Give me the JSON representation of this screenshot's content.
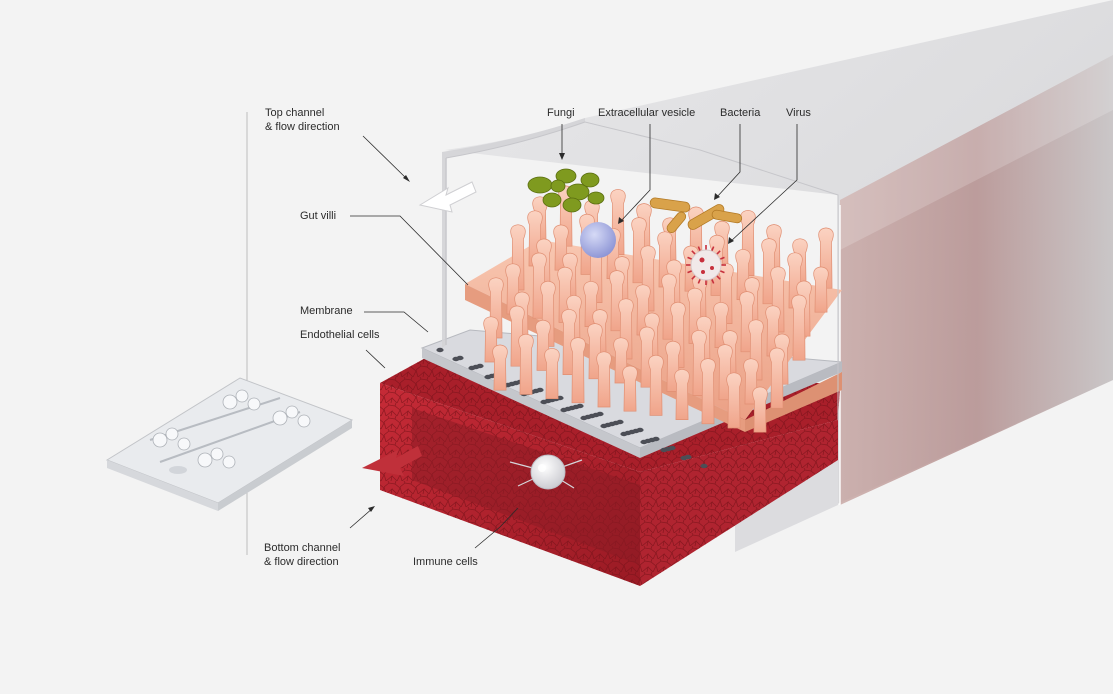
{
  "diagram": {
    "labels": {
      "top_channel": [
        "Top channel",
        "& flow direction"
      ],
      "gut_villi": "Gut villi",
      "membrane": "Membrane",
      "endothelial": "Endothelial cells",
      "bottom_channel": [
        "Bottom channel",
        "& flow direction"
      ],
      "immune": "Immune cells",
      "fungi": "Fungi",
      "vesicle": "Extracellular vesicle",
      "bacteria": "Bacteria",
      "virus": "Virus"
    },
    "colors": {
      "background": "#f3f3f3",
      "villi": "#f5b8a0",
      "endothelium": "#b3222e",
      "fungi": "#7f9a1f",
      "bacteria": "#d9a24a",
      "vesicle": "#9ea6e0",
      "flow_bottom": "#c0303a"
    }
  }
}
